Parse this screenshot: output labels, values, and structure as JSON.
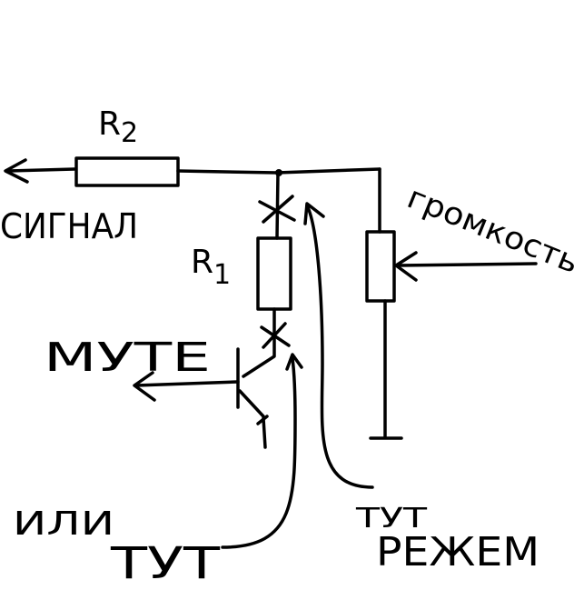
{
  "labels": {
    "r2": "R",
    "r2_sub": "2",
    "r1": "R",
    "r1_sub": "1",
    "signal": "СИГНАЛ",
    "volume": "громкость",
    "mute": "МУТЕ",
    "or_here_1": "ИЛИ",
    "or_here_2": "ТУТ",
    "cut_here_1": "ТУТ",
    "cut_here_2": "РЕЖЕМ"
  },
  "colors": {
    "ink": "#000000",
    "background": "#ffffff"
  }
}
